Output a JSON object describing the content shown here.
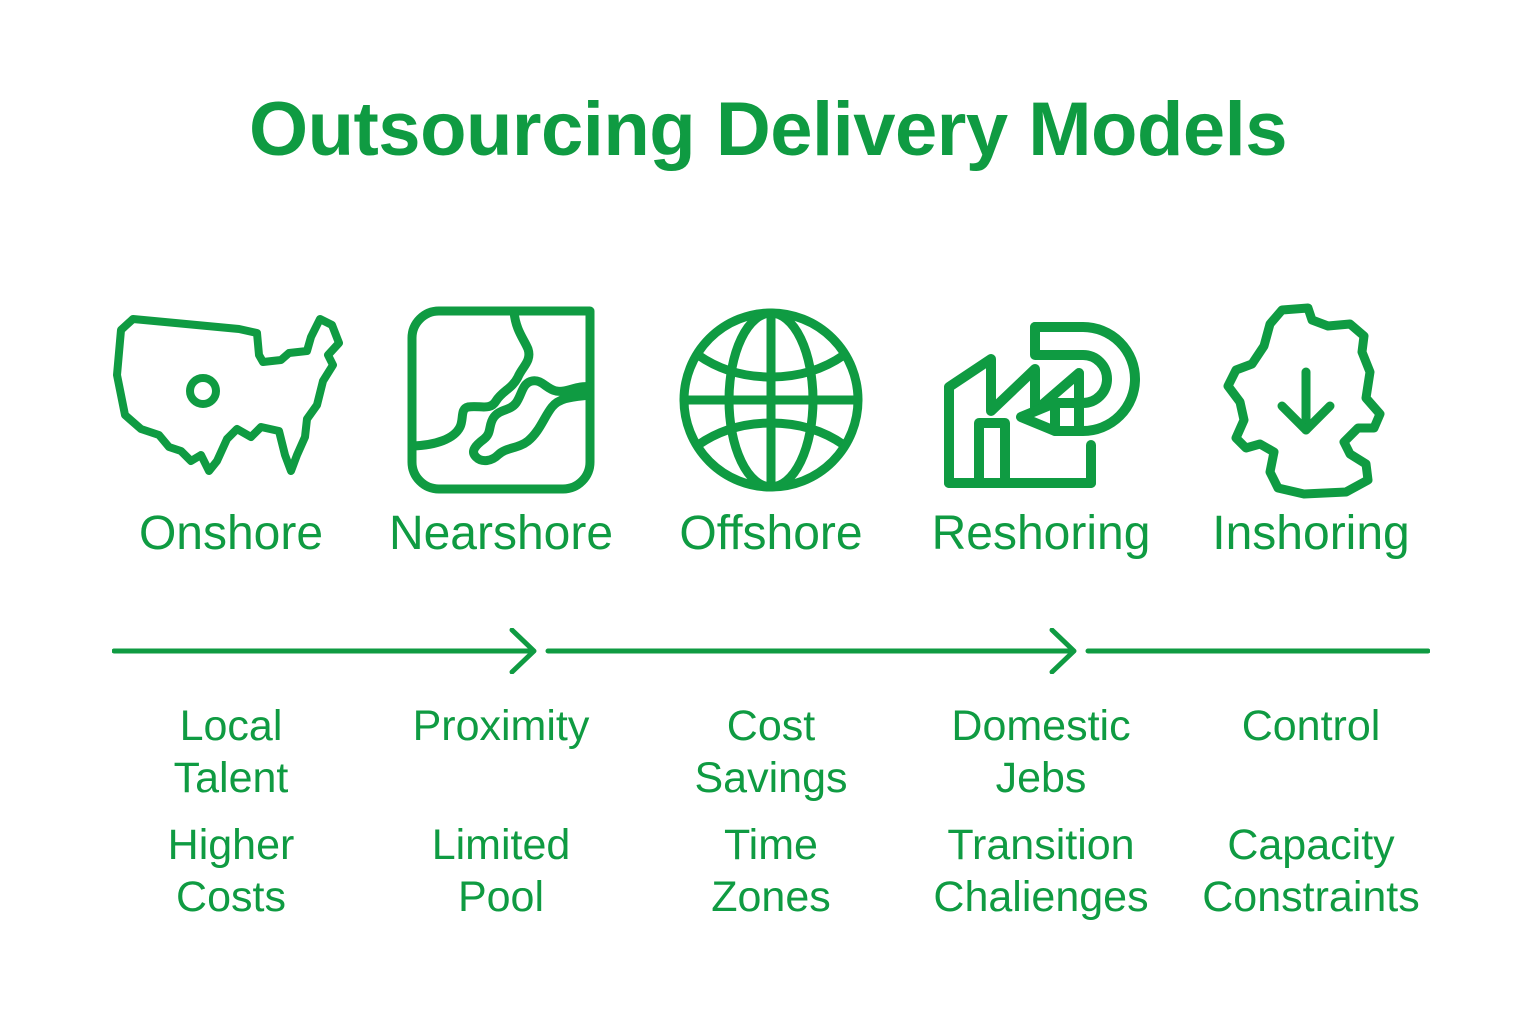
{
  "page": {
    "title": "Outsourcing Delivery Models",
    "background_color": "#ffffff",
    "accent_color": "#0f9b42"
  },
  "models": [
    {
      "label": "Onshore",
      "icon": "us-map-pin-icon",
      "benefit": "Local\nTalent",
      "challenge": "Higher\nCosts"
    },
    {
      "label": "Nearshore",
      "icon": "regional-map-icon",
      "benefit": "Proximity",
      "challenge": "Limited\nPool"
    },
    {
      "label": "Offshore",
      "icon": "globe-icon",
      "benefit": "Cost\nSavings",
      "challenge": "Time\nZones"
    },
    {
      "label": "Reshoring",
      "icon": "factory-return-arrow-icon",
      "benefit": "Domestic\nJebs",
      "challenge": "Transition\nChalienges"
    },
    {
      "label": "Inshoring",
      "icon": "country-down-arrow-icon",
      "benefit": "Control",
      "challenge": "Capacity\nConstraints"
    }
  ],
  "axis": {
    "name": "progression-arrow-axis",
    "arrowhead_count": 2,
    "direction": "left-to-right"
  }
}
